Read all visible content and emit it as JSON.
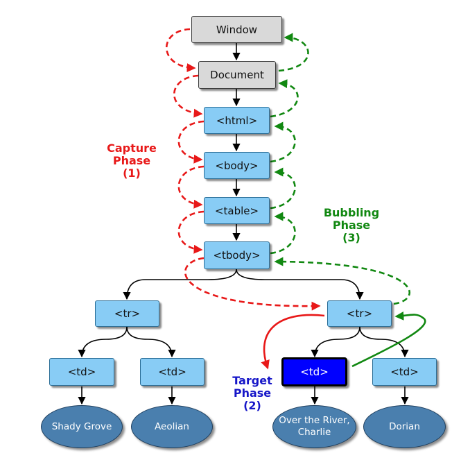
{
  "nodes": {
    "window": "Window",
    "document": "Document",
    "html": "<html>",
    "body": "<body>",
    "table": "<table>",
    "tbody": "<tbody>",
    "tr_left": "<tr>",
    "tr_right": "<tr>",
    "td_1": "<td>",
    "td_2": "<td>",
    "td_target": "<td>",
    "td_4": "<td>"
  },
  "leaves": {
    "leaf_1": "Shady Grove",
    "leaf_2": "Aeolian",
    "leaf_3_line1": "Over the River,",
    "leaf_3_line2": "Charlie",
    "leaf_4": "Dorian"
  },
  "phases": {
    "capture": {
      "line1": "Capture",
      "line2": "Phase",
      "line3": "(1)",
      "color": "#e81818"
    },
    "bubbling": {
      "line1": "Bubbling",
      "line2": "Phase",
      "line3": "(3)",
      "color": "#118811"
    },
    "target": {
      "line1": "Target",
      "line2": "Phase",
      "line3": "(2)",
      "color": "#1616c8"
    }
  },
  "colors": {
    "node_gray": "#d9d9d9",
    "node_blue": "#88ccf5",
    "node_target": "#0000ff",
    "leaf": "#4a7fae",
    "capture_arrow": "#e81818",
    "bubble_arrow": "#118811"
  }
}
